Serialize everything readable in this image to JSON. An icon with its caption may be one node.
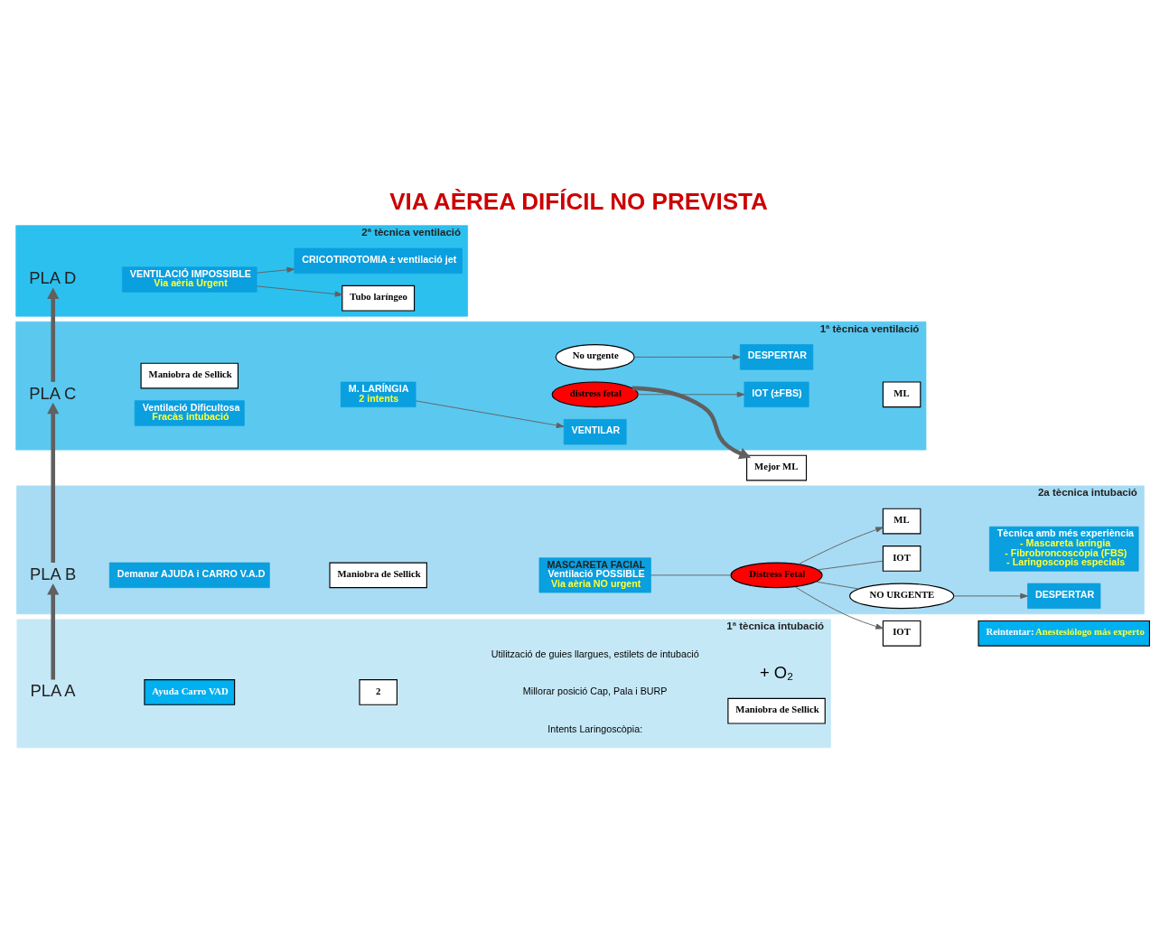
{
  "diagram": {
    "title": "VIA AÈREA DIFÍCIL NO PREVISTA",
    "nodes": [
      {
        "text": [
          "1ª tècnica intubació"
        ]
      },
      {
        "text": [
          "PLA A"
        ],
        "in": 0
      },
      {
        "text": [
          "Ayuda Carro VAD"
        ],
        "in": 0
      },
      {
        "text": [
          "2"
        ],
        "in": 0
      },
      {
        "text": [
          "Maniobra de Sellick"
        ],
        "in": 0
      },
      {
        "text": [
          "2a tècnica intubació"
        ]
      },
      {
        "text": [
          "PLA B"
        ],
        "in": 5
      },
      {
        "text": [
          "Demanar AJUDA i CARRO V.A.D"
        ],
        "in": 5
      },
      {
        "text": [
          "Maniobra de Sellick"
        ],
        "in": 5
      },
      {
        "text": [
          "MASCARETA FACIAL",
          "Ventilació POSSIBLE",
          "Via aèria NO urgent"
        ],
        "in": 5
      },
      {
        "text": [
          "Distress Fetal"
        ],
        "in": 5
      },
      {
        "text": [
          "NO URGENTE"
        ],
        "in": 5
      },
      {
        "text": [
          "IOT"
        ]
      },
      {
        "text": [
          "Reintentar:",
          "Anestesiólogo más experto"
        ]
      },
      {
        "text": [
          "IOT"
        ],
        "in": 5
      },
      {
        "text": [
          "Tècnica amb més experiència",
          "- Mascareta laríngia",
          "- Fibrobroncoscòpia (FBS)",
          "- Laringoscopis especials"
        ],
        "in": 5
      },
      {
        "text": [
          "ML"
        ],
        "in": 5
      },
      {
        "text": [
          "DESPERTAR"
        ],
        "in": 5
      },
      {
        "text": [
          "1ª tècnica ventilació"
        ]
      },
      {
        "text": [
          "PLA C"
        ],
        "in": 18
      },
      {
        "text": [
          "Ventilació Dificultosa",
          "Fracàs intubació"
        ],
        "in": 18
      },
      {
        "text": [
          "Maniobra de Sellick"
        ],
        "in": 18
      },
      {
        "text": [
          "M. LARÍNGIA",
          "2 intents"
        ],
        "in": 18
      },
      {
        "text": [
          "VENTILAR"
        ],
        "in": 18
      },
      {
        "text": [
          "distress fetal"
        ],
        "in": 18
      },
      {
        "text": [
          "Mejor ML"
        ]
      },
      {
        "text": [
          "IOT (±FBS)"
        ],
        "in": 18
      },
      {
        "text": [
          "ML"
        ],
        "in": 18
      },
      {
        "text": [
          "No urgente"
        ],
        "in": 18
      },
      {
        "text": [
          "DESPERTAR"
        ],
        "in": 18
      },
      {
        "text": [
          "2ª tècnica ventilació"
        ]
      },
      {
        "text": [
          "PLA D"
        ],
        "in": 30
      },
      {
        "text": [
          "VENTILACIÓ IMPOSSIBLE",
          "Via aèria Urgent"
        ],
        "in": 30
      },
      {
        "text": [
          "Tubo laríngeo"
        ],
        "in": 30
      },
      {
        "text": [
          "CRICOTIROTOMIA ± ventilació jet"
        ],
        "in": 30
      }
    ],
    "edges": [
      {
        "from": 1,
        "to": 6,
        "arrow": "to",
        "style": "thick"
      },
      {
        "from": 6,
        "to": 19,
        "arrow": "to",
        "style": "thick"
      },
      {
        "from": 19,
        "to": 31,
        "arrow": "to",
        "style": "thick"
      },
      {
        "from": 9,
        "to": 10,
        "arrow": "none"
      },
      {
        "from": 10,
        "to": 12,
        "arrow": "to"
      },
      {
        "from": 10,
        "to": 14,
        "arrow": "none"
      },
      {
        "from": 10,
        "to": 16,
        "arrow": "to"
      },
      {
        "from": 10,
        "to": 11,
        "arrow": "none"
      },
      {
        "from": 11,
        "to": 17,
        "arrow": "to"
      },
      {
        "from": 22,
        "to": 23,
        "arrow": "to"
      },
      {
        "from": 24,
        "to": 25,
        "arrow": "to",
        "style": "thick"
      },
      {
        "from": 24,
        "to": 26,
        "arrow": "to"
      },
      {
        "from": 28,
        "to": 29,
        "arrow": "to"
      },
      {
        "from": 32,
        "to": 33,
        "arrow": "to"
      },
      {
        "from": 32,
        "to": 34,
        "arrow": "to"
      }
    ],
    "labels": [
      "Intents Laringoscòpia:",
      "Millorar posició Cap, Pala i BURP",
      "Utilització de guies llargues, estilets de intubació",
      "+ O₂"
    ]
  }
}
